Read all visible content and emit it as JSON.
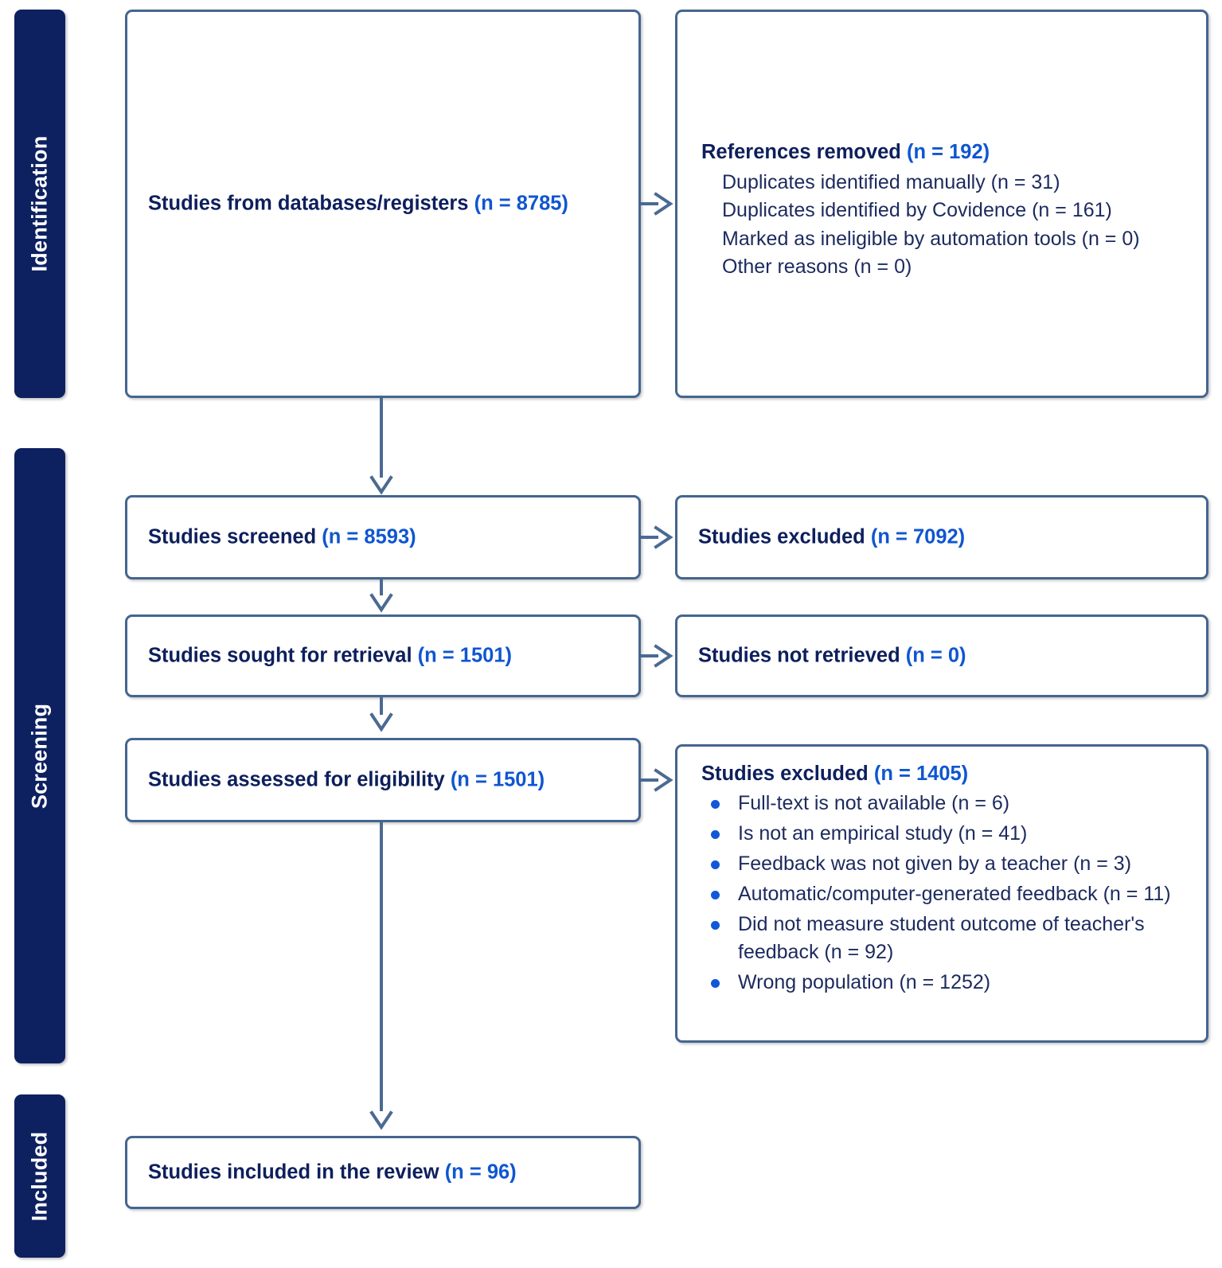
{
  "diagram": {
    "type": "prisma-flow-diagram",
    "colors": {
      "phase_bar_bg": "#0d2060",
      "phase_bar_text": "#ffffff",
      "box_border": "#44658f",
      "box_bg": "#ffffff",
      "title_text": "#0d1f5c",
      "count_text": "#0f56d0",
      "body_text": "#1c2a5e",
      "bullet": "#1158d8",
      "connector": "#4a6a93"
    },
    "phases": [
      {
        "id": "identification",
        "label": "Identification"
      },
      {
        "id": "screening",
        "label": "Screening"
      },
      {
        "id": "included",
        "label": "Included"
      }
    ],
    "boxes": {
      "databases": {
        "title": "Studies from databases/registers",
        "count": "(n = 8785)"
      },
      "references_removed": {
        "title": "References removed",
        "count": "(n = 192)",
        "items": [
          "Duplicates identified manually (n = 31)",
          "Duplicates identified by Covidence (n = 161)",
          "Marked as ineligible by automation tools (n = 0)",
          "Other reasons (n = 0)"
        ]
      },
      "screened": {
        "title": "Studies screened",
        "count": "(n = 8593)"
      },
      "excluded_screening": {
        "title": "Studies excluded",
        "count": "(n = 7092)"
      },
      "sought_retrieval": {
        "title": "Studies sought for retrieval",
        "count": "(n = 1501)"
      },
      "not_retrieved": {
        "title": "Studies not retrieved",
        "count": "(n = 0)"
      },
      "assessed_eligibility": {
        "title": "Studies assessed for eligibility",
        "count": "(n = 1501)"
      },
      "excluded_eligibility": {
        "title": "Studies excluded",
        "count": "(n = 1405)",
        "items": [
          "Full-text is not available (n = 6)",
          "Is not an empirical study (n = 41)",
          "Feedback was not given by a teacher (n = 3)",
          "Automatic/computer-generated feedback (n = 11)",
          "Did not measure student outcome of teacher's feedback (n = 92)",
          "Wrong population (n = 1252)"
        ]
      },
      "included_review": {
        "title": "Studies included in the review",
        "count": "(n = 96)"
      }
    }
  }
}
